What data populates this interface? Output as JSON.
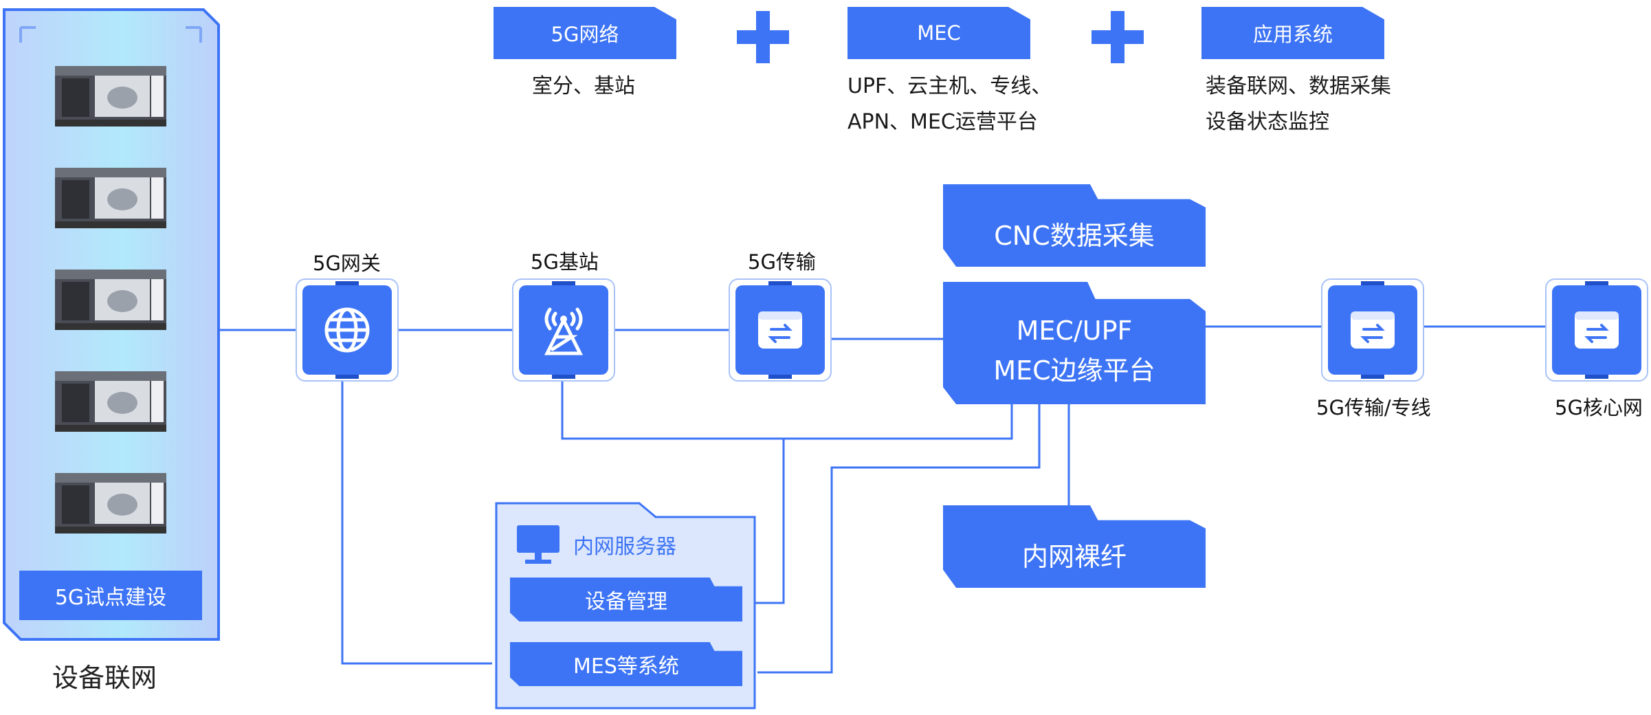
{
  "top": {
    "items": [
      {
        "tag": "5G网络",
        "desc": [
          "室分、基站"
        ]
      },
      {
        "tag": "MEC",
        "desc": [
          "UPF、云主机、专线、",
          "APN、MEC运营平台"
        ]
      },
      {
        "tag": "应用系统",
        "desc": [
          "装备联网、数据采集",
          "设备状态监控"
        ]
      }
    ]
  },
  "left_panel": {
    "badge": "5G试点建设",
    "caption": "设备联网"
  },
  "nodes": {
    "gateway": "5G网关",
    "base_station": "5G基站",
    "transport": "5G传输",
    "transport_dedicated": "5G传输/专线",
    "core": "5G核心网"
  },
  "boxes": {
    "cnc": "CNC数据采集",
    "mec_line1": "MEC/UPF",
    "mec_line2": "MEC边缘平台",
    "fiber": "内网裸纤"
  },
  "server": {
    "title": "内网服务器",
    "device_mgmt": "设备管理",
    "mes": "MES等系统"
  },
  "colors": {
    "accent": "#3d74f5",
    "panel_bg": "#dce7fd",
    "line": "#3d74f5"
  }
}
